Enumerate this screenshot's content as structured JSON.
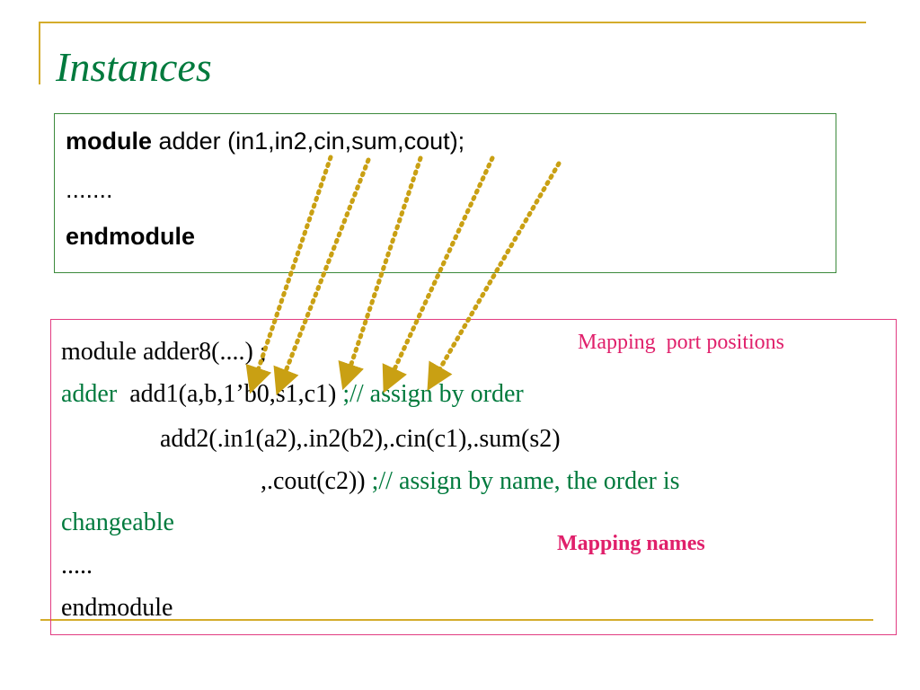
{
  "colors": {
    "gold": "#C8A416",
    "frame_gold": "#D4AC2B",
    "box1_border": "#3C8A3C",
    "box2_border": "#E23C82",
    "code_green": "#007A3D",
    "note_pink": "#E0206B",
    "arrow_gold": "#C9A013"
  },
  "title": "Instances",
  "module_def": {
    "line1_keyword": "module",
    "line1_rest": " adder (in1,in2,cin,sum,cout);",
    "line2": ".......",
    "line3": "endmodule"
  },
  "instance_code": {
    "line1": "module adder8(....) ;",
    "line2_keyword": "adder",
    "line2_code": "  add1(a,b,1’b0,s1,c1) ",
    "line2_comment": ";// assign by order",
    "line3": "add2(.in1(a2),.in2(b2),.cin(c1),.sum(s2)",
    "line4_code": ",.cout(c2)) ",
    "line4_comment": ";// assign by name, the order is",
    "line5_comment": "changeable",
    "line6": ".....",
    "line7": "endmodule"
  },
  "notes": {
    "mapping_positions": "Mapping  port positions",
    "mapping_names": "Mapping names"
  },
  "arrows_icon": "dotted-arrow-icon"
}
